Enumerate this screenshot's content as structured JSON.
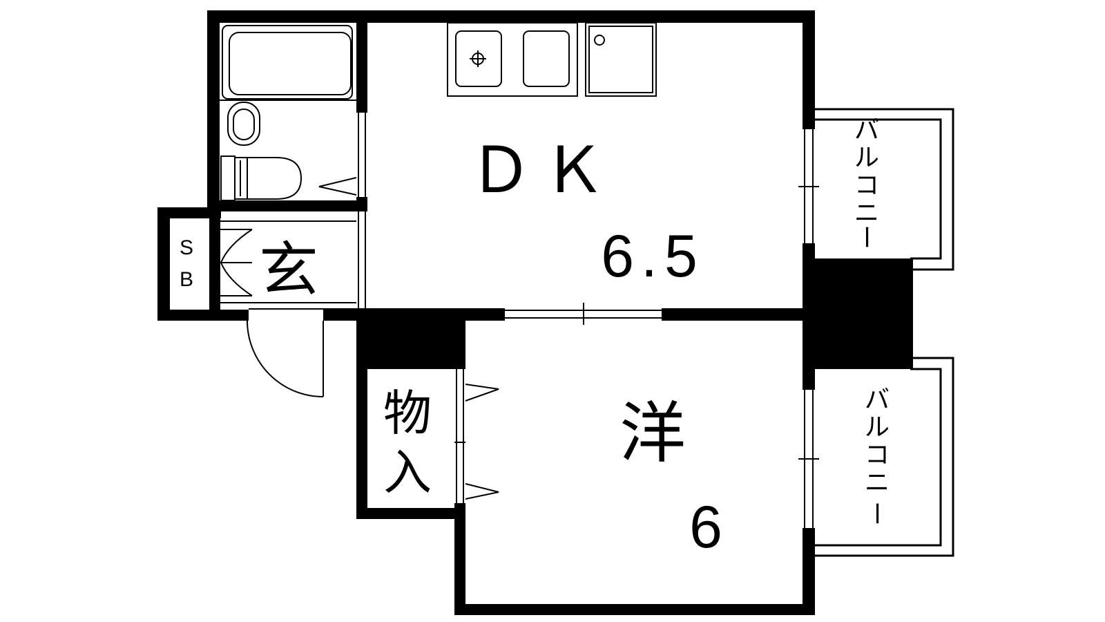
{
  "rooms": {
    "dk": {
      "name": "ＤＫ",
      "size": "6.5"
    },
    "western": {
      "name": "洋",
      "size": "6"
    },
    "entrance": {
      "name": "玄"
    },
    "storage": {
      "name_top": "物",
      "name_bottom": "入"
    },
    "shoe_box": {
      "line1": "S",
      "line2": "B"
    },
    "balcony_upper": {
      "label": [
        "バ",
        "ル",
        "コ",
        "ニ",
        "ー"
      ]
    },
    "balcony_lower": {
      "label": [
        "バ",
        "ル",
        "コ",
        "ニ",
        "ー"
      ]
    }
  },
  "colors": {
    "wall": "#000000",
    "line": "#000000",
    "background": "#ffffff"
  }
}
